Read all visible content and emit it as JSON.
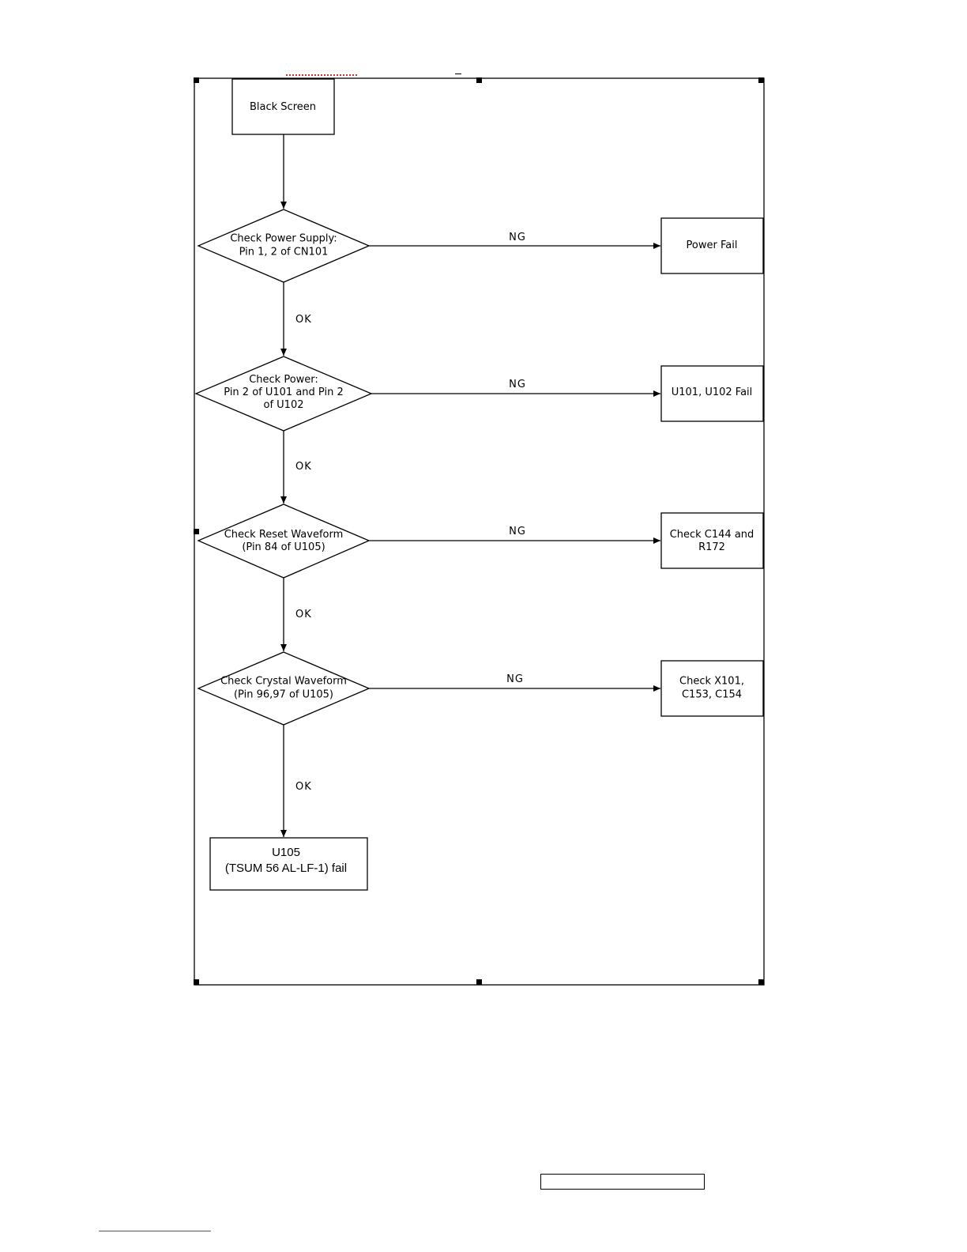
{
  "flowchart": {
    "start": {
      "lines": [
        "Black Screen"
      ]
    },
    "checks": [
      {
        "lines": [
          "Check Power Supply:",
          "Pin 1, 2 of CN101"
        ],
        "fail_lines": [
          "Power Fail"
        ],
        "no_label": "NG",
        "yes_label": "OK"
      },
      {
        "lines": [
          "Check Power:",
          "Pin 2 of U101 and Pin 2",
          "of U102"
        ],
        "fail_lines": [
          "U101, U102 Fail"
        ],
        "no_label": "NG",
        "yes_label": "OK"
      },
      {
        "lines": [
          "Check Reset Waveform",
          "(Pin 84 of U105)"
        ],
        "fail_lines": [
          "Check C144 and",
          "R172"
        ],
        "no_label": "NG",
        "yes_label": "OK"
      },
      {
        "lines": [
          "Check Crystal Waveform",
          "(Pin 96,97  of U105)"
        ],
        "fail_lines": [
          "Check X101,",
          "C153, C154"
        ],
        "no_label": "NG",
        "yes_label": "OK"
      }
    ],
    "end": {
      "lines": [
        "U105",
        "(TSUM 56 AL-LF-1) fail"
      ]
    }
  }
}
